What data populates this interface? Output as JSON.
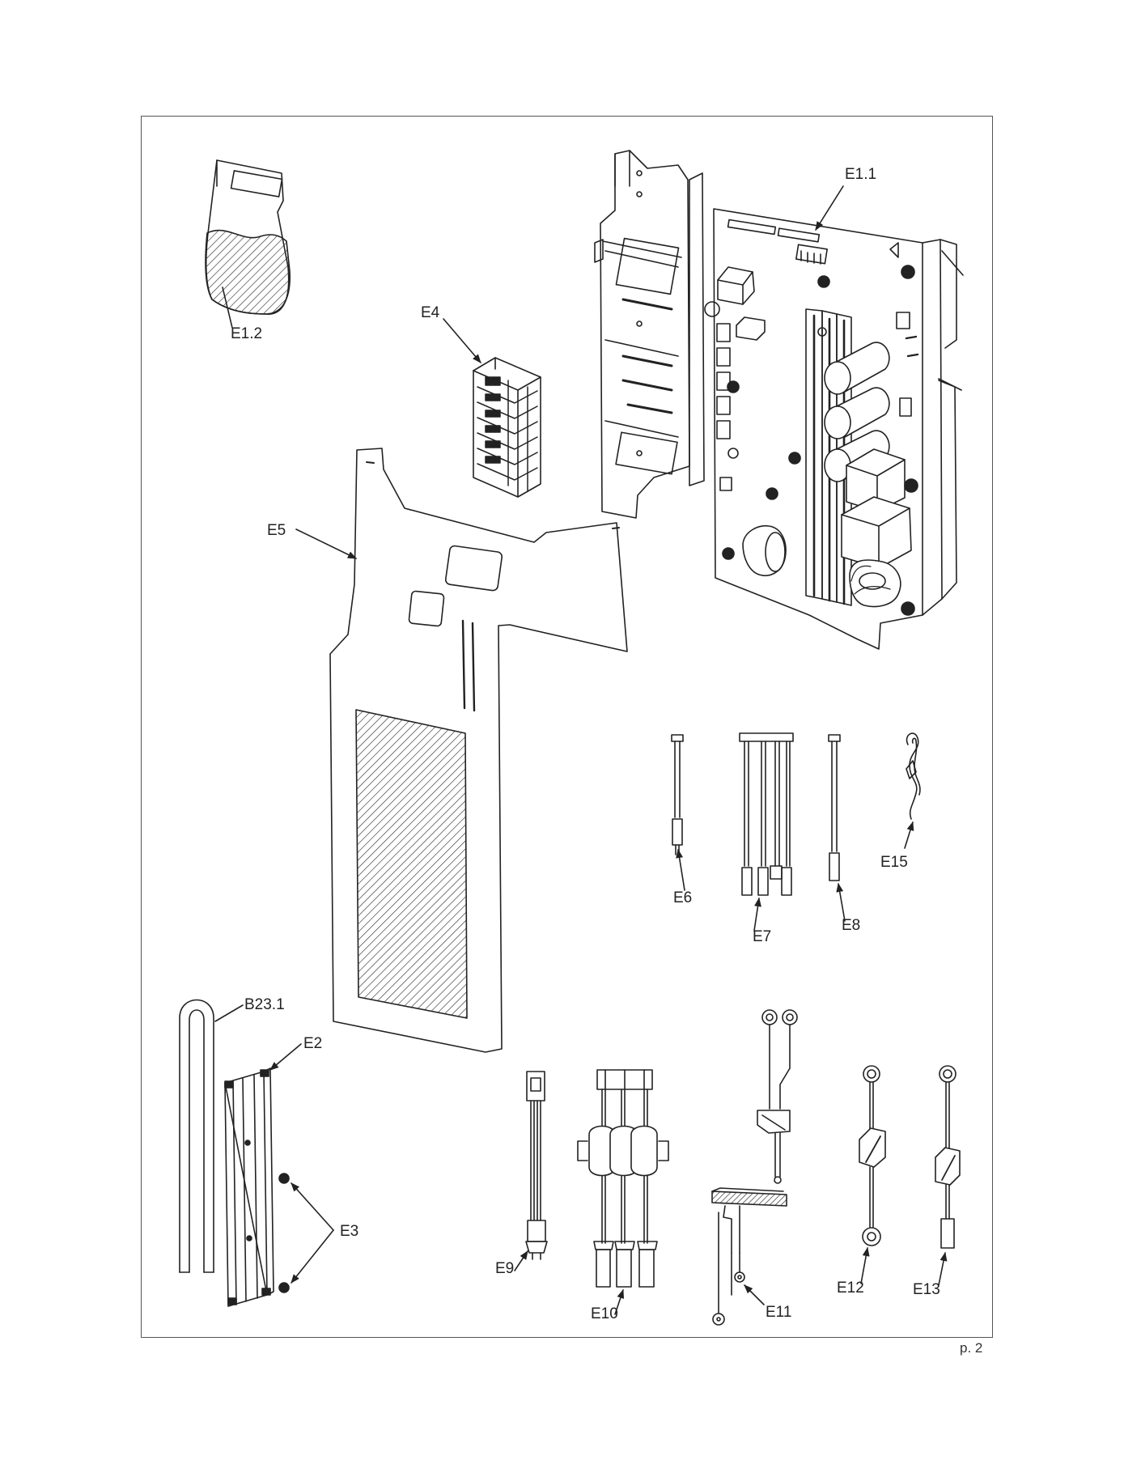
{
  "diagram": {
    "parts": [
      {
        "id": "e1_1",
        "label": "E1.1",
        "name": "electrical-panel-pcb"
      },
      {
        "id": "e1_2",
        "label": "E1.2",
        "name": "document-bag"
      },
      {
        "id": "e4",
        "label": "E4",
        "name": "terminal-block"
      },
      {
        "id": "e5",
        "label": "E5",
        "name": "insulation-sheet"
      },
      {
        "id": "e6",
        "label": "E6",
        "name": "sensor-wire"
      },
      {
        "id": "e7",
        "label": "E7",
        "name": "multi-wire-harness"
      },
      {
        "id": "e8",
        "label": "E8",
        "name": "sensor-wire"
      },
      {
        "id": "e15",
        "label": "E15",
        "name": "cable-clip"
      },
      {
        "id": "b23_1",
        "label": "B23.1",
        "name": "u-tube"
      },
      {
        "id": "e2",
        "label": "E2",
        "name": "mounting-rail"
      },
      {
        "id": "e3",
        "label": "E3",
        "name": "screws"
      },
      {
        "id": "e9",
        "label": "E9",
        "name": "connector-cable"
      },
      {
        "id": "e10",
        "label": "E10",
        "name": "three-wire-harness"
      },
      {
        "id": "e11",
        "label": "E11",
        "name": "earth-cable"
      },
      {
        "id": "e12",
        "label": "E12",
        "name": "ring-terminal-cable"
      },
      {
        "id": "e13",
        "label": "E13",
        "name": "ring-terminal-cable-with-sleeve"
      }
    ],
    "page_number": "p. 2"
  }
}
